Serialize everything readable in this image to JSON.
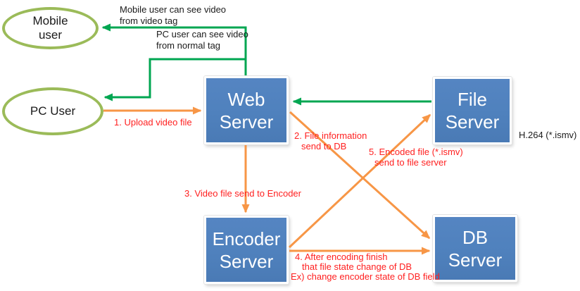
{
  "diagram": {
    "nodes": {
      "mobile_user": {
        "lines": [
          "Mobile",
          "user"
        ]
      },
      "pc_user": {
        "lines": [
          "PC User"
        ]
      },
      "web_server": {
        "lines": [
          "Web",
          "Server"
        ]
      },
      "file_server": {
        "lines": [
          "File",
          "Server"
        ]
      },
      "encoder_server": {
        "lines": [
          "Encoder",
          "Server"
        ]
      },
      "db_server": {
        "lines": [
          "DB",
          "Server"
        ]
      }
    },
    "annotations": {
      "mobile_view": [
        "Mobile user can see video",
        "from video tag"
      ],
      "pc_view": [
        "PC user can see video",
        "from normal tag"
      ],
      "step1": "1. Upload video file",
      "step2": [
        "2. File information",
        "send to DB"
      ],
      "step3": "3. Video file send to Encoder",
      "step4": [
        "4. After encoding finish",
        "that file state change of DB",
        "Ex) change encoder state of DB field"
      ],
      "step5": [
        "5. Encoded file (*.ismv)",
        "send to file server"
      ],
      "h264_label": "H.264 (*.ismv)"
    },
    "arrows": [
      {
        "name": "web-server-to-mobile-user",
        "color": "green"
      },
      {
        "name": "web-server-to-pc-user",
        "color": "green"
      },
      {
        "name": "file-server-to-web-server",
        "color": "green"
      },
      {
        "name": "pc-user-to-web-server-upload",
        "color": "orange"
      },
      {
        "name": "web-server-to-db-server-file-info",
        "color": "orange"
      },
      {
        "name": "web-server-to-encoder-server-video",
        "color": "orange"
      },
      {
        "name": "encoder-server-to-db-server-state",
        "color": "orange"
      },
      {
        "name": "encoder-server-to-file-server-encoded",
        "color": "orange"
      }
    ],
    "colors": {
      "node_fill": "#4f81bd",
      "node_text": "#ffffff",
      "ellipse_border": "#9bbb59",
      "arrow_green": "#00a651",
      "arrow_orange": "#f79646",
      "annotation_red": "#ff2020",
      "annotation_black": "#1a1a1a",
      "background": "#ffffff"
    }
  }
}
